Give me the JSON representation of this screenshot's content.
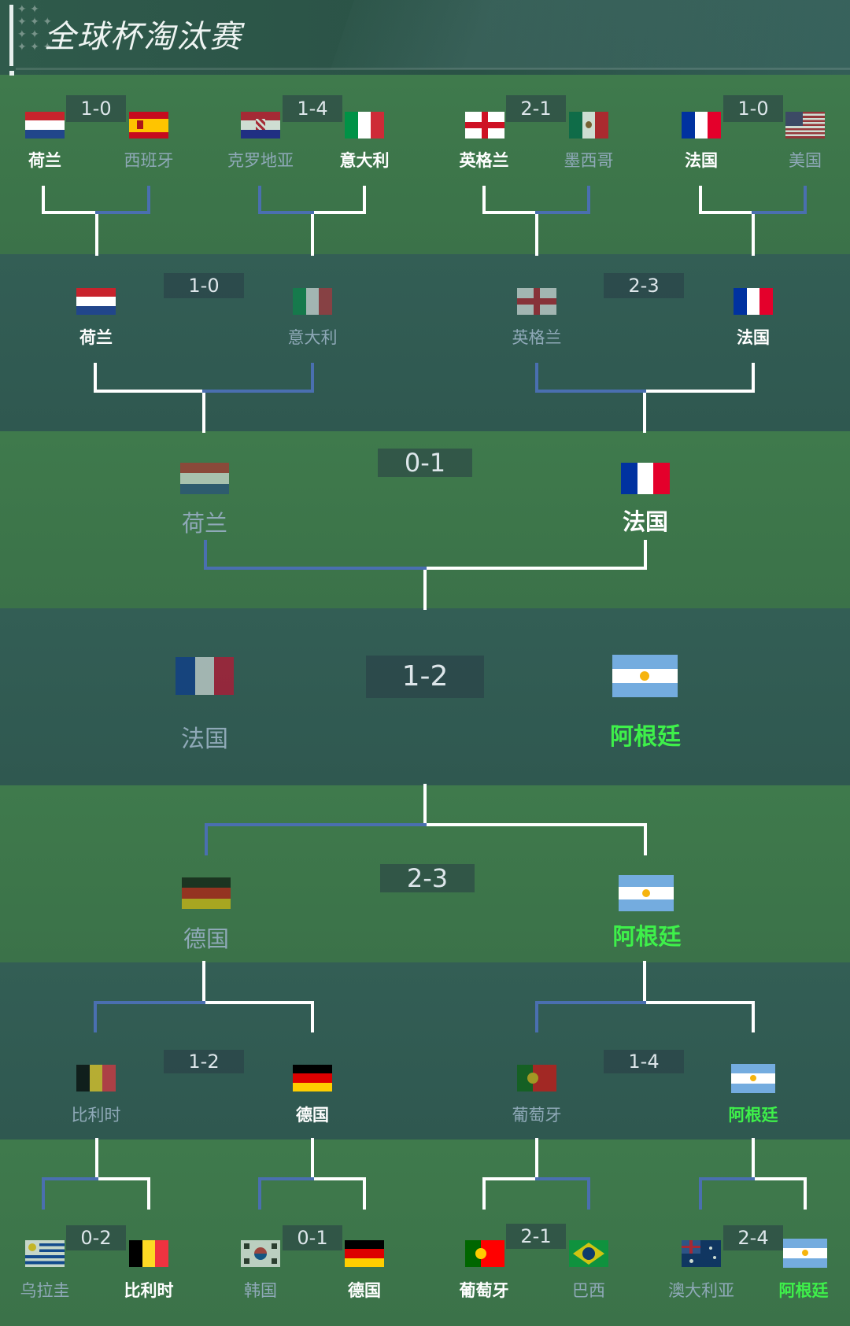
{
  "header": {
    "title": "全球杯淘汰赛"
  },
  "round_of_16_top": [
    {
      "score": "1-0",
      "home": "荷兰",
      "away": "西班牙",
      "home_flag": "netherlands-flag",
      "away_flag": "spain-flag",
      "winner": "home"
    },
    {
      "score": "1-4",
      "home": "克罗地亚",
      "away": "意大利",
      "home_flag": "croatia-flag",
      "away_flag": "italy-flag",
      "winner": "away"
    },
    {
      "score": "2-1",
      "home": "英格兰",
      "away": "墨西哥",
      "home_flag": "england-flag",
      "away_flag": "mexico-flag",
      "winner": "home"
    },
    {
      "score": "1-0",
      "home": "法国",
      "away": "美国",
      "home_flag": "france-flag",
      "away_flag": "usa-flag",
      "winner": "home"
    }
  ],
  "quarter_top": [
    {
      "score": "1-0",
      "home": "荷兰",
      "away": "意大利",
      "winner": "home"
    },
    {
      "score": "2-3",
      "home": "英格兰",
      "away": "法国",
      "winner": "away"
    }
  ],
  "semi_top": {
    "score": "0-1",
    "home": "荷兰",
    "away": "法国",
    "winner": "away"
  },
  "final": {
    "score": "1-2",
    "home": "法国",
    "away": "阿根廷",
    "winner": "away"
  },
  "semi_bottom": {
    "score": "2-3",
    "home": "德国",
    "away": "阿根廷",
    "winner": "away"
  },
  "quarter_bottom": [
    {
      "score": "1-2",
      "home": "比利时",
      "away": "德国",
      "winner": "away"
    },
    {
      "score": "1-4",
      "home": "葡萄牙",
      "away": "阿根廷",
      "winner": "away"
    }
  ],
  "round_of_16_bottom": [
    {
      "score": "0-2",
      "home": "乌拉圭",
      "away": "比利时",
      "home_flag": "uruguay-flag",
      "away_flag": "belgium-flag",
      "winner": "away"
    },
    {
      "score": "0-1",
      "home": "韩国",
      "away": "德国",
      "home_flag": "korea-flag",
      "away_flag": "germany-flag",
      "winner": "away"
    },
    {
      "score": "2-1",
      "home": "葡萄牙",
      "away": "巴西",
      "home_flag": "portugal-flag",
      "away_flag": "brazil-flag",
      "winner": "home"
    },
    {
      "score": "2-4",
      "home": "澳大利亚",
      "away": "阿根廷",
      "home_flag": "australia-flag",
      "away_flag": "argentina-flag",
      "winner": "away"
    }
  ],
  "colors": {
    "winner_text": "#ffffff",
    "loser_text": "#8fa9b8",
    "champion_text": "#3ef04a",
    "winner_line": "#ffffff",
    "loser_line": "#4a6fb0"
  }
}
